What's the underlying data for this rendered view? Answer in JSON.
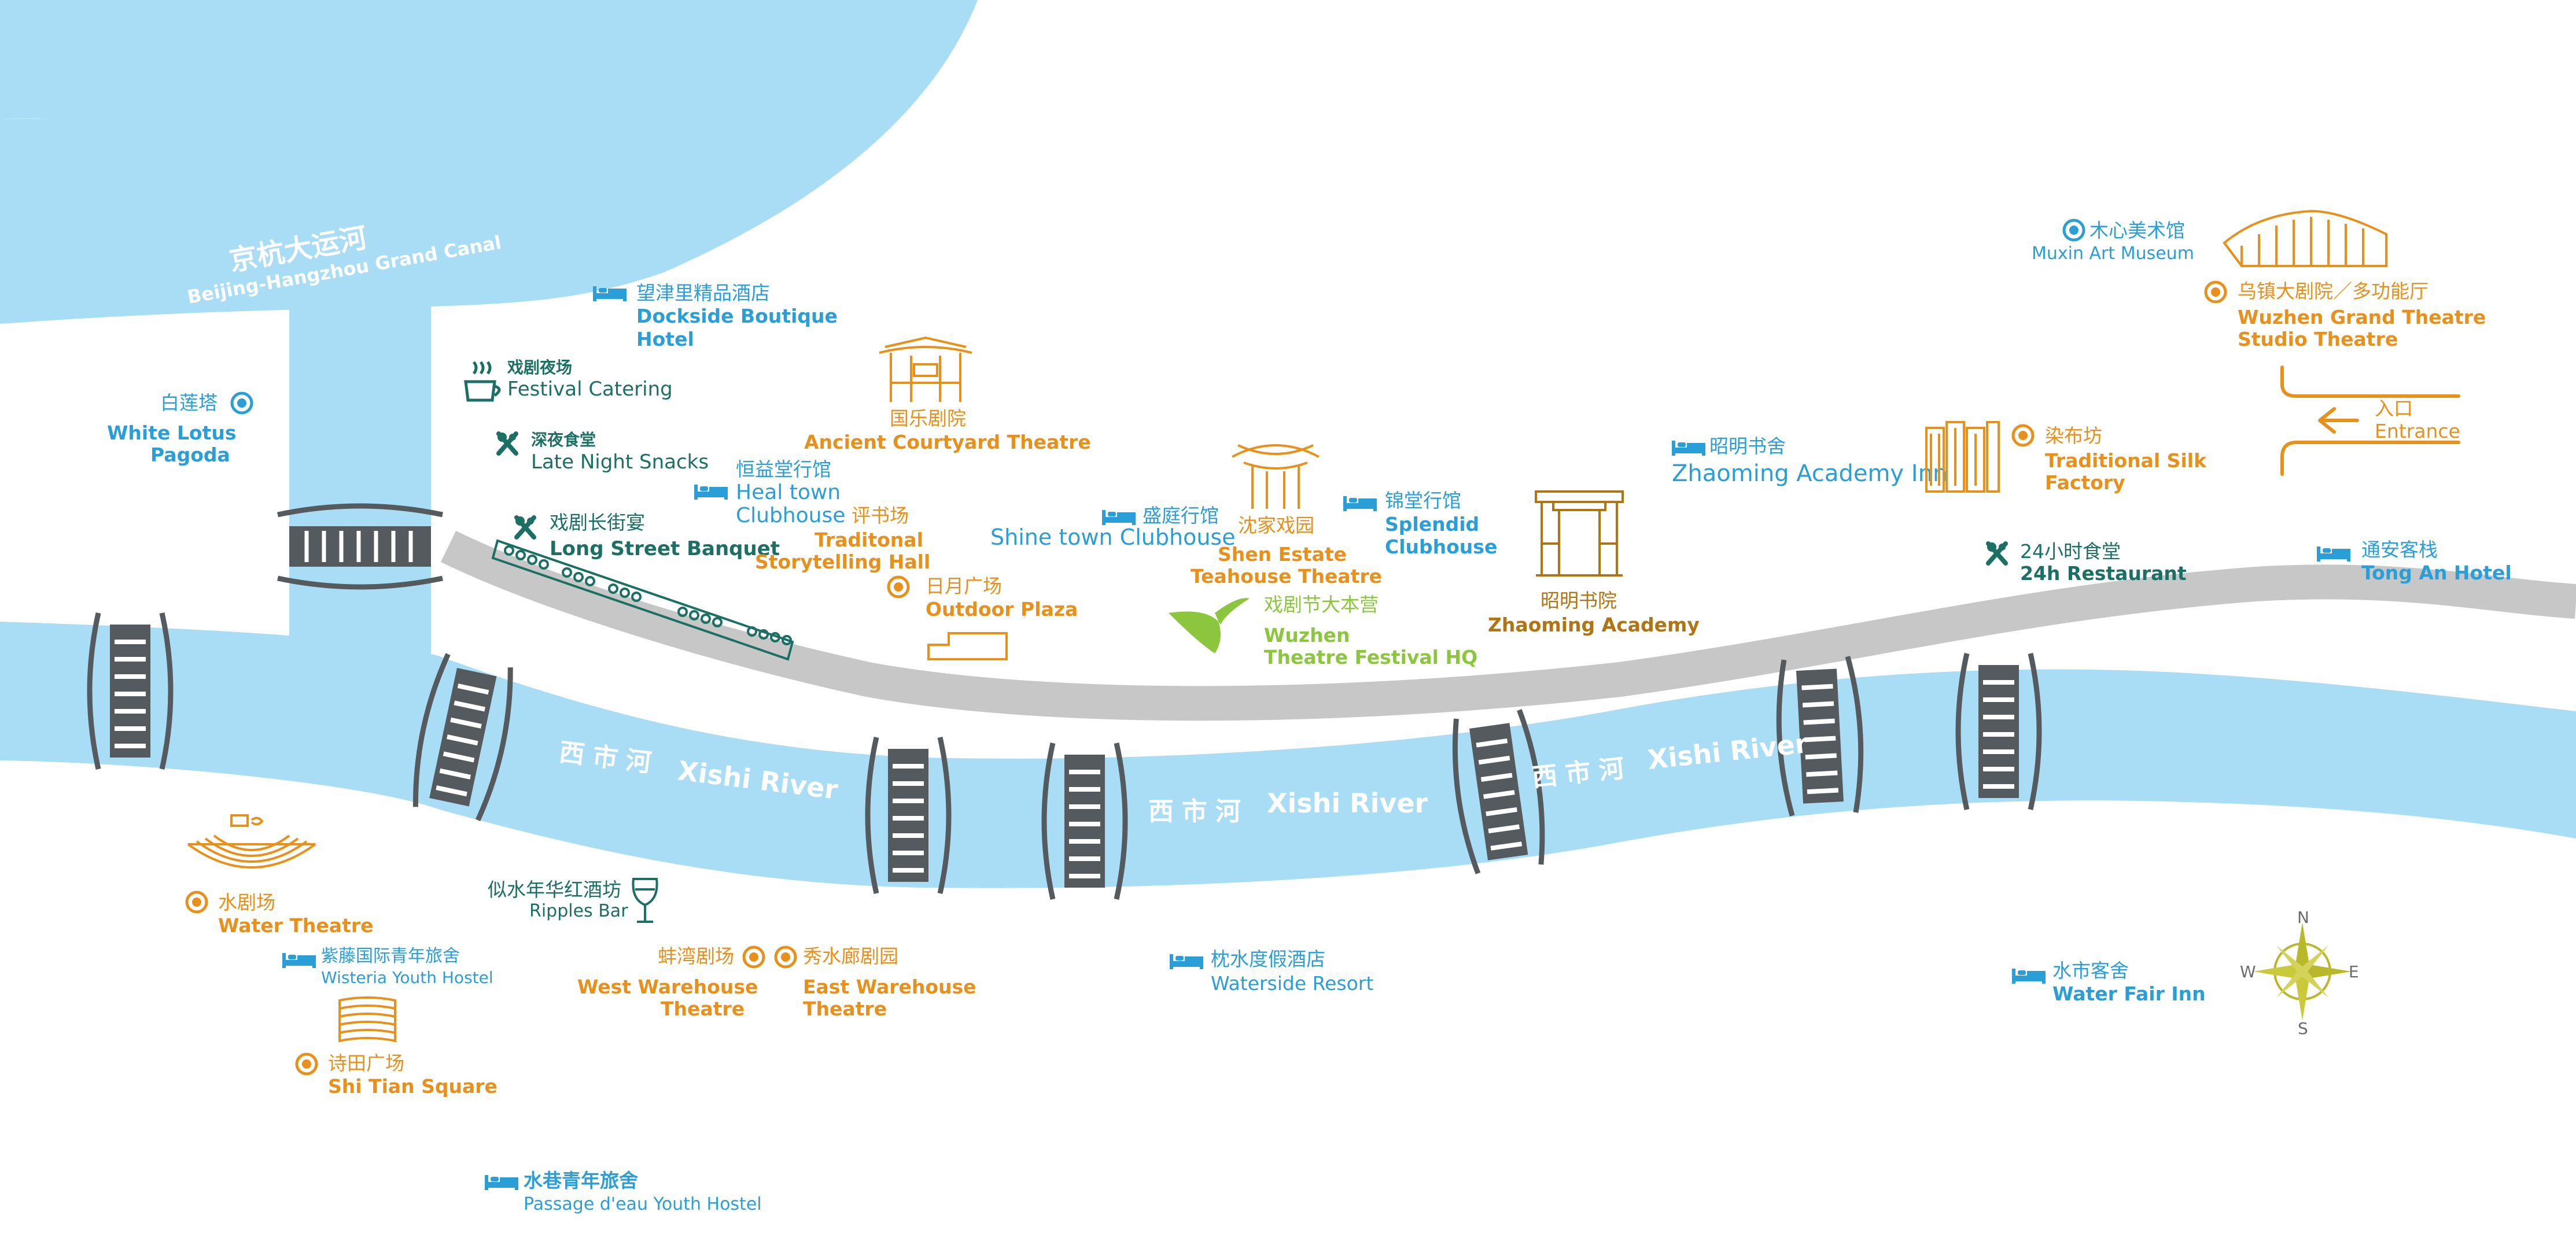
{
  "colors": {
    "water": "#a9dcf5",
    "road": "#c7c7c7",
    "bridge": "#555a5f",
    "hotel": "#2a9ed6",
    "venue": "#e8901c",
    "food": "#1c6f63",
    "hq": "#8cc63f",
    "academy": "#b07412"
  },
  "canal": {
    "name_cn": "京杭大运河",
    "name_en": "Beijing-Hangzhou Grand Canal"
  },
  "rivers": [
    {
      "cn": "西市河",
      "en": "Xishi River"
    },
    {
      "cn": "西市河",
      "en": "Xishi River"
    },
    {
      "cn": "西市河",
      "en": "Xishi River"
    }
  ],
  "places": {
    "dockside": {
      "icon": "bed-icon",
      "cn": "望津里精品酒店",
      "en1": "Dockside Boutique",
      "en2": "Hotel"
    },
    "catering": {
      "icon": "cup-icon",
      "cn": "戏剧夜场",
      "en": "Festival Catering"
    },
    "snacks": {
      "icon": "cutlery-icon",
      "cn": "深夜食堂",
      "en": "Late Night Snacks"
    },
    "banquet": {
      "icon": "cutlery-icon",
      "cn": "戏剧长街宴",
      "en": "Long Street Banquet"
    },
    "heal": {
      "icon": "bed-icon",
      "cn": "恒益堂行馆",
      "en1": "Heal town",
      "en2": "Clubhouse"
    },
    "pingshu": {
      "cn": "评书场",
      "en1": "Traditonal",
      "en2": "Storytelling Hall"
    },
    "ancient": {
      "icon": "gate-icon",
      "cn": "国乐剧院",
      "en": "Ancient Courtyard Theatre"
    },
    "outdoor": {
      "icon": "venue-dot-icon",
      "cn": "日月广场",
      "en": "Outdoor Plaza"
    },
    "shine": {
      "icon": "bed-icon",
      "cn": "盛庭行馆",
      "en": "Shine town Clubhouse"
    },
    "shen": {
      "icon": "pavilion-icon",
      "cn": "沈家戏园",
      "en1": "Shen Estate",
      "en2": "Teahouse Theatre"
    },
    "hq": {
      "icon": "leaf-icon",
      "cn": "戏剧节大本营",
      "en1": "Wuzhen",
      "en2": "Theatre Festival HQ"
    },
    "splendid": {
      "icon": "bed-icon",
      "cn": "锦堂行馆",
      "en1": "Splendid",
      "en2": "Clubhouse"
    },
    "academy": {
      "icon": "academy-gate-icon",
      "cn": "昭明书院",
      "en": "Zhaoming Academy"
    },
    "zinn": {
      "icon": "bed-icon",
      "cn": "昭明书舍",
      "en": "Zhaoming Academy Inn"
    },
    "silk": {
      "icon": "venue-dot-icon",
      "cn": "染布坊",
      "en1": "Traditional Silk",
      "en2": "Factory"
    },
    "muxin": {
      "icon": "venue-dot-icon",
      "cn": "木心美术馆",
      "en": "Muxin Art Museum"
    },
    "grand": {
      "icon": "venue-dot-icon",
      "cn": "乌镇大剧院／多功能厅",
      "en1": "Wuzhen Grand Theatre",
      "en2": "Studio Theatre"
    },
    "entrance": {
      "icon": "arrow-left-icon",
      "cn": "入口",
      "en": "Entrance"
    },
    "h24": {
      "icon": "cutlery-icon",
      "cn": "24小时食堂",
      "en": "24h Restaurant"
    },
    "tongan": {
      "icon": "bed-icon",
      "cn": "通安客栈",
      "en": "Tong An Hotel"
    },
    "pagoda": {
      "icon": "venue-dot-icon",
      "cn": "白莲塔",
      "en1": "White Lotus",
      "en2": "Pagoda"
    },
    "water": {
      "icon": "venue-dot-icon",
      "cn": "水剧场",
      "en": "Water Theatre"
    },
    "wisteria": {
      "icon": "bed-icon",
      "cn": "紫藤国际青年旅舍",
      "en": "Wisteria Youth Hostel"
    },
    "shitian": {
      "icon": "venue-dot-icon",
      "cn": "诗田广场",
      "en": "Shi Tian Square"
    },
    "passage": {
      "icon": "bed-icon",
      "cn": "水巷青年旅舍",
      "en": "Passage d'eau Youth Hostel"
    },
    "ripples": {
      "icon": "wine-glass-icon",
      "cn": "似水年华红酒坊",
      "en": "Ripples Bar"
    },
    "west": {
      "icon": "venue-dot-icon",
      "cn": "蚌湾剧场",
      "en1": "West Warehouse",
      "en2": "Theatre"
    },
    "east": {
      "icon": "venue-dot-icon",
      "cn": "秀水廊剧园",
      "en1": "East Warehouse",
      "en2": "Theatre"
    },
    "waterside": {
      "icon": "bed-icon",
      "cn": "枕水度假酒店",
      "en": "Waterside Resort"
    },
    "waterfair": {
      "icon": "bed-icon",
      "cn": "水市客舍",
      "en": "Water Fair Inn"
    }
  },
  "compass": {
    "n": "N",
    "s": "S",
    "e": "E",
    "w": "W"
  }
}
